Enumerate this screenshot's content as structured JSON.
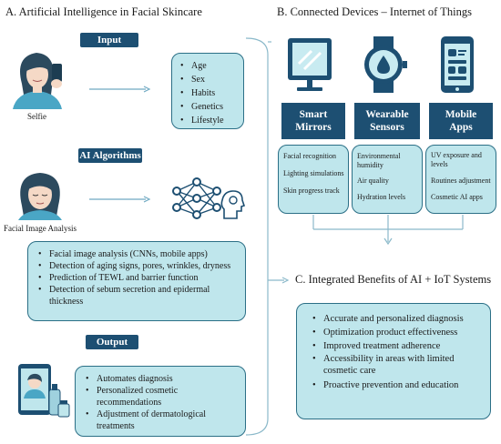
{
  "panel_a": {
    "title": "A.  Artificial Intelligence in Facial Skincare",
    "input_label": "Input",
    "selfie_caption": "Selfie",
    "input_factors": [
      "Age",
      "Sex",
      "Habits",
      "Genetics",
      "Lifestyle"
    ],
    "ai_label": "AI Algorithms",
    "analysis_caption": "Facial Image Analysis",
    "ai_tasks": [
      "Facial image analysis (CNNs, mobile apps)",
      "Detection of aging signs, pores, wrinkles, dryness",
      "Prediction of TEWL and barrier function",
      "Detection of sebum secretion and epidermal thickness"
    ],
    "output_label": "Output",
    "outputs": [
      "Automates diagnosis",
      "Personalized cosmetic recommendations",
      "Adjustment of dermatological treatments"
    ]
  },
  "panel_b": {
    "title": "B.  Connected Devices – Internet of Things",
    "devices": [
      {
        "title": "Smart Mirrors",
        "icon": "smart-mirror-icon",
        "features": [
          "Facial recognition",
          "Lighting simulations",
          "Skin progress track"
        ]
      },
      {
        "title": "Wearable Sensors",
        "icon": "smartwatch-icon",
        "features": [
          "Environmental humidity",
          "Air quality",
          "Hydration levels"
        ]
      },
      {
        "title": "Mobile Apps",
        "icon": "smartphone-icon",
        "features": [
          "UV exposure and levels",
          "Routines adjustment",
          "Cosmetic AI apps"
        ]
      }
    ]
  },
  "panel_c": {
    "title": "C.  Integrated Benefits of AI + IoT Systems",
    "benefits": [
      "Accurate and personalized diagnosis",
      "Optimization product effectiveness",
      "Improved treatment adherence",
      "Accessibility in areas with limited cosmetic care",
      "Proactive prevention and education"
    ]
  },
  "colors": {
    "navy": "#1d4f72",
    "light_teal": "#bfe6ec",
    "outline": "#2b6f86",
    "connector": "#7fb3c8"
  }
}
